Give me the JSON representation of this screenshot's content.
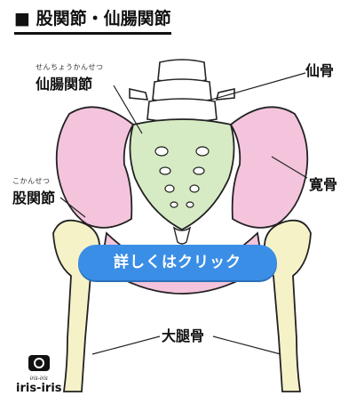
{
  "title": "■ 股関節・仙腸関節",
  "labels": {
    "sacroiliac_ruby": "せんちょうかんせつ",
    "sacroiliac": "仙腸関節",
    "sacrum": "仙骨",
    "hip_bone": "寛骨",
    "hip_joint_ruby": "こかんせつ",
    "hip_joint": "股関節",
    "femur": "大腿骨"
  },
  "cta_label": "詳しくはクリック",
  "logo": {
    "small": "iris-iris",
    "big": "iris-iris"
  },
  "colors": {
    "ilium": "#f4c4dd",
    "sacrum": "#d6ebc4",
    "femur": "#f6f2c8",
    "outline": "#222222",
    "button": "#3b8ee6"
  }
}
